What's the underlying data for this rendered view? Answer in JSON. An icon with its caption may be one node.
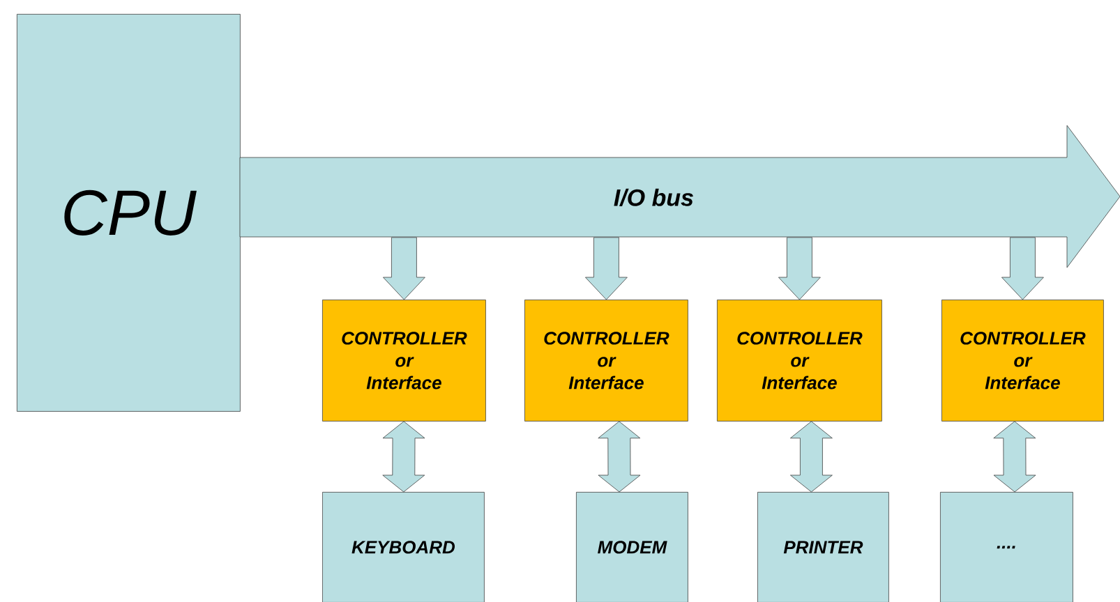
{
  "diagram": {
    "nodes": [
      {
        "text": [
          "CPU"
        ]
      },
      {
        "text": [
          "I/O bus"
        ]
      },
      {
        "text": [
          "CONTROLLER or Interface"
        ]
      },
      {
        "text": [
          "CONTROLLER or Interface"
        ]
      },
      {
        "text": [
          "CONTROLLER or Interface"
        ]
      },
      {
        "text": [
          "CONTROLLER or Interface"
        ]
      },
      {
        "text": [
          "KEYBOARD"
        ]
      },
      {
        "text": [
          "MODEM"
        ]
      },
      {
        "text": [
          "PRINTER"
        ]
      },
      {
        "text": [
          "...."
        ]
      }
    ],
    "edges": [
      {
        "from": 1,
        "to": 2,
        "arrow": "to"
      },
      {
        "from": 1,
        "to": 3,
        "arrow": "to"
      },
      {
        "from": 1,
        "to": 4,
        "arrow": "to"
      },
      {
        "from": 1,
        "to": 5,
        "arrow": "to"
      },
      {
        "from": 2,
        "to": 6,
        "arrow": "both"
      },
      {
        "from": 3,
        "to": 7,
        "arrow": "both"
      },
      {
        "from": 4,
        "to": 8,
        "arrow": "both"
      },
      {
        "from": 5,
        "to": 9,
        "arrow": "both"
      }
    ]
  }
}
